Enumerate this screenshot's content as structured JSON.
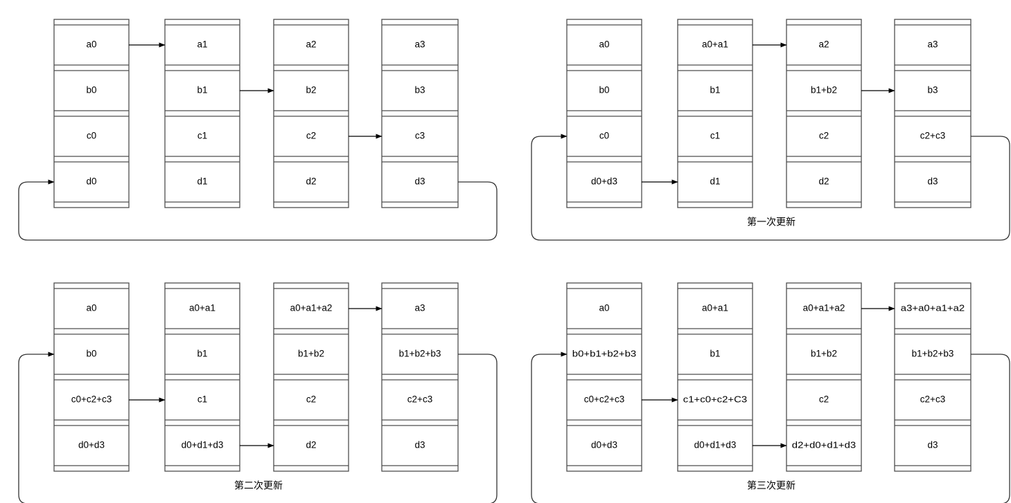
{
  "diagram": {
    "title_hidden": "",
    "panels": [
      {
        "id": "panel-initial",
        "caption": "",
        "columns": [
          {
            "id": "col-0",
            "cells": [
              "a0",
              "b0",
              "c0",
              "d0"
            ]
          },
          {
            "id": "col-1",
            "cells": [
              "a1",
              "b1",
              "c1",
              "d1"
            ]
          },
          {
            "id": "col-2",
            "cells": [
              "a2",
              "b2",
              "c2",
              "d2"
            ]
          },
          {
            "id": "col-3",
            "cells": [
              "a3",
              "b3",
              "c3",
              "d3"
            ]
          }
        ],
        "arrows": [
          {
            "from_col": 0,
            "to_col": 1,
            "row": 0
          },
          {
            "from_col": 1,
            "to_col": 2,
            "row": 1
          },
          {
            "from_col": 2,
            "to_col": 3,
            "row": 2
          }
        ],
        "loop": {
          "from_col": 3,
          "from_row": 3,
          "to_col": 0,
          "to_row": 3
        }
      },
      {
        "id": "panel-update-1",
        "caption": "第一次更新",
        "columns": [
          {
            "id": "col-0",
            "cells": [
              "a0",
              "b0",
              "c0",
              "d0+d3"
            ]
          },
          {
            "id": "col-1",
            "cells": [
              "a0+a1",
              "b1",
              "c1",
              "d1"
            ]
          },
          {
            "id": "col-2",
            "cells": [
              "a2",
              "b1+b2",
              "c2",
              "d2"
            ]
          },
          {
            "id": "col-3",
            "cells": [
              "a3",
              "b3",
              "c2+c3",
              "d3"
            ]
          }
        ],
        "arrows": [
          {
            "from_col": 1,
            "to_col": 2,
            "row": 0
          },
          {
            "from_col": 2,
            "to_col": 3,
            "row": 1
          },
          {
            "from_col": 0,
            "to_col": 1,
            "row": 3
          }
        ],
        "loop": {
          "from_col": 3,
          "from_row": 2,
          "to_col": 0,
          "to_row": 2
        }
      },
      {
        "id": "panel-update-2",
        "caption": "第二次更新",
        "columns": [
          {
            "id": "col-0",
            "cells": [
              "a0",
              "b0",
              "c0+c2+c3",
              "d0+d3"
            ]
          },
          {
            "id": "col-1",
            "cells": [
              "a0+a1",
              "b1",
              "c1",
              "d0+d1+d3"
            ]
          },
          {
            "id": "col-2",
            "cells": [
              "a0+a1+a2",
              "b1+b2",
              "c2",
              "d2"
            ]
          },
          {
            "id": "col-3",
            "cells": [
              "a3",
              "b1+b2+b3",
              "c2+c3",
              "d3"
            ]
          }
        ],
        "arrows": [
          {
            "from_col": 2,
            "to_col": 3,
            "row": 0
          },
          {
            "from_col": 0,
            "to_col": 1,
            "row": 2
          },
          {
            "from_col": 1,
            "to_col": 2,
            "row": 3
          }
        ],
        "loop": {
          "from_col": 3,
          "from_row": 1,
          "to_col": 0,
          "to_row": 1
        }
      },
      {
        "id": "panel-update-3",
        "caption": "第三次更新",
        "columns": [
          {
            "id": "col-0",
            "cells": [
              "a0",
              "b0+b1+b2+b3",
              "c0+c2+c3",
              "d0+d3"
            ]
          },
          {
            "id": "col-1",
            "cells": [
              "a0+a1",
              "b1",
              "c1+c0+c2+C3",
              "d0+d1+d3"
            ]
          },
          {
            "id": "col-2",
            "cells": [
              "a0+a1+a2",
              "b1+b2",
              "c2",
              "d2+d0+d1+d3"
            ]
          },
          {
            "id": "col-3",
            "cells": [
              "a3+a0+a1+a2",
              "b1+b2+b3",
              "c2+c3",
              "d3"
            ]
          }
        ],
        "arrows": [
          {
            "from_col": 2,
            "to_col": 3,
            "row": 0
          },
          {
            "from_col": 0,
            "to_col": 1,
            "row": 2
          },
          {
            "from_col": 1,
            "to_col": 2,
            "row": 3
          }
        ],
        "loop": {
          "from_col": 3,
          "from_row": 1,
          "to_col": 0,
          "to_row": 1
        }
      }
    ],
    "colors": {
      "box_stroke": "#4d4d4d",
      "arrow_stroke": "#000000",
      "loop_stroke": "#333333",
      "text": "#000000",
      "background": "#ffffff"
    }
  }
}
